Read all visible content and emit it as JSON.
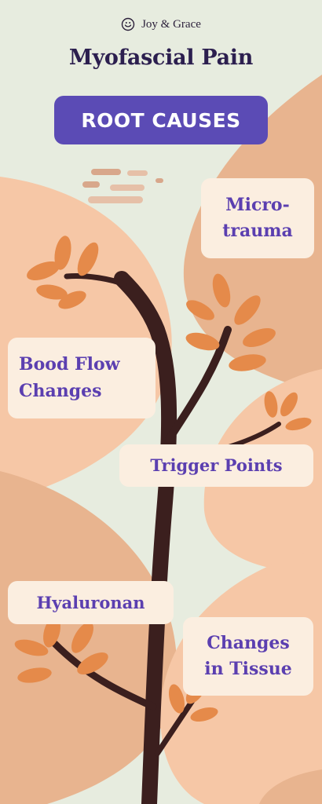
{
  "brand": {
    "logo_icon": "joy-grace-logo-icon",
    "name": "Joy & Grace"
  },
  "title": "Myofascial Pain",
  "subtitle": "ROOT CAUSES",
  "causes": [
    {
      "label": "Micro-\ntrauma"
    },
    {
      "label": "Bood Flow\nChanges"
    },
    {
      "label": "Trigger Points"
    },
    {
      "label": "Hyaluronan"
    },
    {
      "label": "Changes\nin Tissue"
    }
  ],
  "colors": {
    "background": "#e7ecdf",
    "peach": "#f6c7a6",
    "tan": "#e8b48f",
    "trunk": "#3b1f1e",
    "leaf": "#e58a4a",
    "title": "#2c1f4f",
    "pill": "#5b4bb5",
    "label_text": "#5b3fb0",
    "label_bg": "#fbeee0"
  }
}
